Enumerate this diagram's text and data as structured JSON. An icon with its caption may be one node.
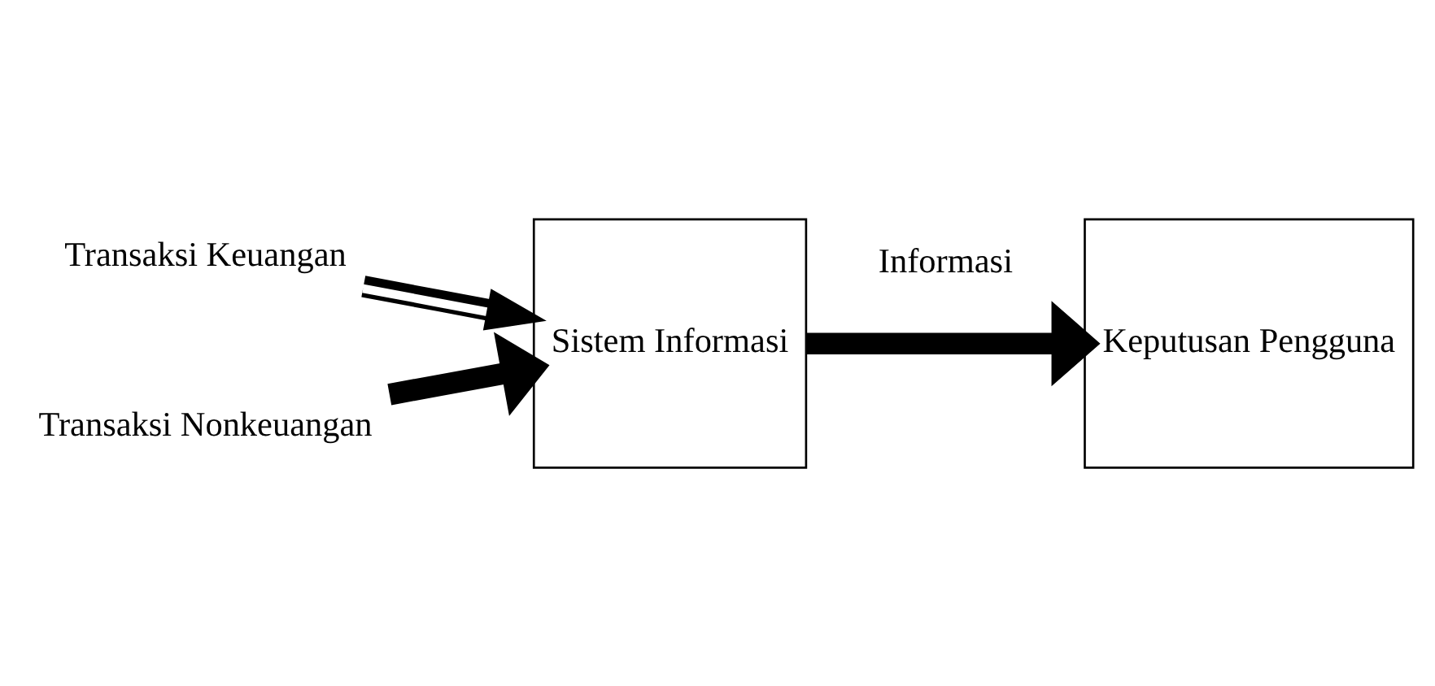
{
  "diagram": {
    "nodes": [
      {
        "text": [
          "Transaksi Keuangan"
        ]
      },
      {
        "text": [
          "Transaksi Nonkeuangan"
        ]
      },
      {
        "text": [
          "Sistem Informasi"
        ]
      },
      {
        "text": [
          "Keputusan Pengguna"
        ]
      }
    ],
    "edges": [
      {
        "from": 0,
        "to": 2,
        "arrow": "to",
        "color": "#ffffff"
      },
      {
        "from": 1,
        "to": 2,
        "arrow": "to"
      },
      {
        "from": 2,
        "to": 3,
        "arrow": "to",
        "label": "Informasi"
      }
    ]
  }
}
